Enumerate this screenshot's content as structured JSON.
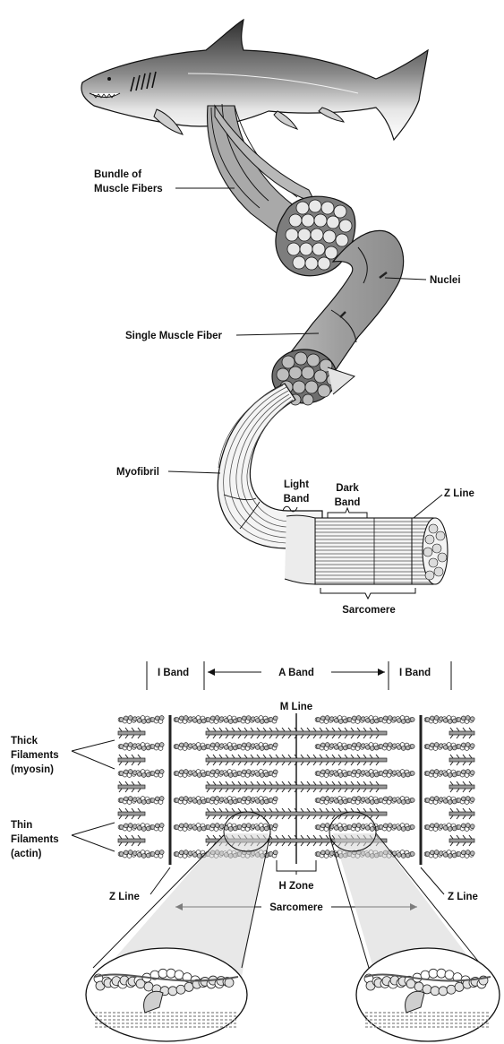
{
  "top_labels": {
    "bundle_line1": "Bundle of",
    "bundle_line2": "Muscle Fibers",
    "nuclei": "Nuclei",
    "single_fiber": "Single Muscle Fiber",
    "myofibril": "Myofibril",
    "light_band_line1": "Light",
    "light_band_line2": "Band",
    "dark_band_line1": "Dark",
    "dark_band_line2": "Band",
    "z_line": "Z Line",
    "sarcomere": "Sarcomere"
  },
  "bottom_labels": {
    "i_band_left": "I Band",
    "a_band": "A Band",
    "i_band_right": "I Band",
    "m_line": "M Line",
    "thick_line1": "Thick",
    "thick_line2": "Filaments",
    "thick_line3": "(myosin)",
    "thin_line1": "Thin",
    "thin_line2": "Filaments",
    "thin_line3": "(actin)",
    "h_zone": "H Zone",
    "z_line_left": "Z Line",
    "z_line_right": "Z Line",
    "sarcomere": "Sarcomere"
  },
  "colors": {
    "fiber_gray": "#a9a9a9",
    "fiber_light": "#cfcfcf",
    "shark_dark": "#3a3a3a",
    "outline": "#111111"
  }
}
